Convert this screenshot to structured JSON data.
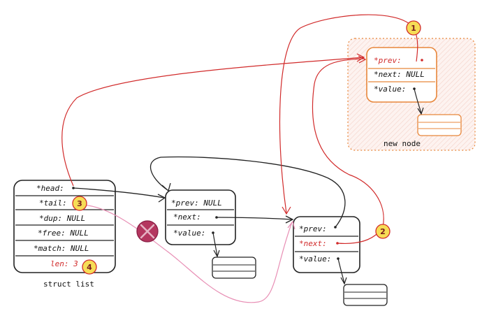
{
  "struct_list": {
    "caption": "struct list",
    "fields": [
      "*head:",
      "*tail:",
      "*dup: NULL",
      "*free: NULL",
      "*match: NULL",
      "len: 3"
    ]
  },
  "node1": {
    "fields": [
      "*prev: NULL",
      "*next:",
      "*value:"
    ]
  },
  "node2": {
    "fields": [
      "*prev:",
      "*next:",
      "*value:"
    ]
  },
  "new_node": {
    "caption": "new node",
    "fields": [
      "*prev:",
      "*next: NULL",
      "*value:"
    ]
  },
  "steps": [
    "1",
    "2",
    "3",
    "4"
  ],
  "colors": {
    "ink": "#222222",
    "red": "#d12a2a",
    "orange": "#e8863a",
    "orange_fill": "#fde8e4",
    "pink": "#e88fb5",
    "badge": "#f6dd56",
    "cross": "#b4365f"
  },
  "icons": [
    "cross-mark-icon"
  ]
}
